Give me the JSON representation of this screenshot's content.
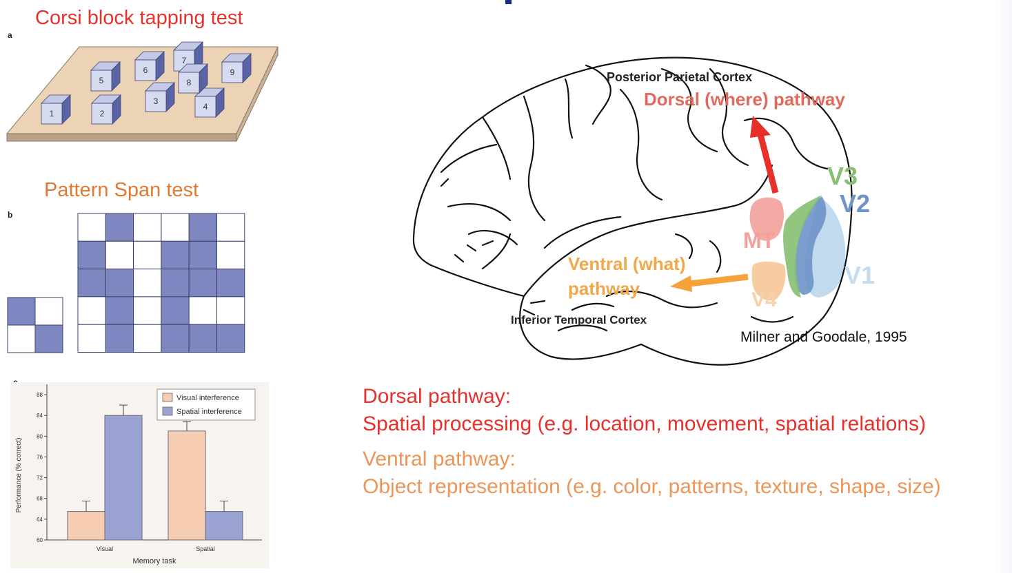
{
  "corsi": {
    "title": "Corsi block tapping test",
    "letter": "a",
    "blocks": [
      "1",
      "2",
      "3",
      "4",
      "5",
      "6",
      "7",
      "8",
      "9"
    ]
  },
  "pattern": {
    "title": "Pattern Span test",
    "letter": "b",
    "small_grid": [
      [
        1,
        0
      ],
      [
        0,
        1
      ]
    ],
    "large_grid": [
      [
        0,
        1,
        0,
        0,
        1,
        0
      ],
      [
        1,
        0,
        0,
        1,
        1,
        0
      ],
      [
        1,
        1,
        0,
        1,
        1,
        1
      ],
      [
        0,
        1,
        0,
        1,
        0,
        0
      ],
      [
        0,
        1,
        0,
        1,
        1,
        1
      ]
    ]
  },
  "chart_panel": {
    "letter": "c"
  },
  "chart_data": {
    "type": "bar",
    "categories": [
      "Visual",
      "Spatial"
    ],
    "series": [
      {
        "name": "Visual interference",
        "values": [
          65.5,
          81
        ],
        "errors": [
          2,
          1.8
        ],
        "color": "#f6cdb0"
      },
      {
        "name": "Spatial interference",
        "values": [
          84,
          65.5
        ],
        "errors": [
          2,
          2
        ],
        "color": "#9aa3d1"
      }
    ],
    "xlabel": "Memory task",
    "ylabel": "Performance (% correct)",
    "ylim": [
      60,
      90
    ],
    "yticks": [
      60,
      64,
      68,
      72,
      76,
      80,
      84,
      88
    ],
    "legend": "top-right",
    "grid": false
  },
  "brain": {
    "labels": {
      "ppc": "Posterior Parietal Cortex",
      "dorsal": "Dorsal (where) pathway",
      "v3": "V3",
      "v2": "V2",
      "mt": "MT",
      "v1": "V1",
      "ventral_line1": "Ventral (what)",
      "ventral_line2": "pathway",
      "v4": "V4",
      "itc": "Inferior Temporal Cortex"
    },
    "citation": "Milner and Goodale, 1995"
  },
  "descriptions": {
    "dorsal_heading": "Dorsal pathway:",
    "dorsal_detail": "Spatial processing (e.g. location, movement, spatial relations)",
    "ventral_heading": "Ventral pathway:",
    "ventral_detail": "Object representation (e.g. color, patterns, texture, shape, size)"
  },
  "colors": {
    "dorsal": "#e8302a",
    "ventral_title": "#e07a33",
    "ventral_arrow": "#f5a23a",
    "v1": "#b7d3ea",
    "v2": "#6d93c9",
    "v3": "#86bf72",
    "mt": "#f2a19a",
    "v4": "#f6c796",
    "pattern_fill": "#7e87c0",
    "board": "#ecd3b6"
  }
}
